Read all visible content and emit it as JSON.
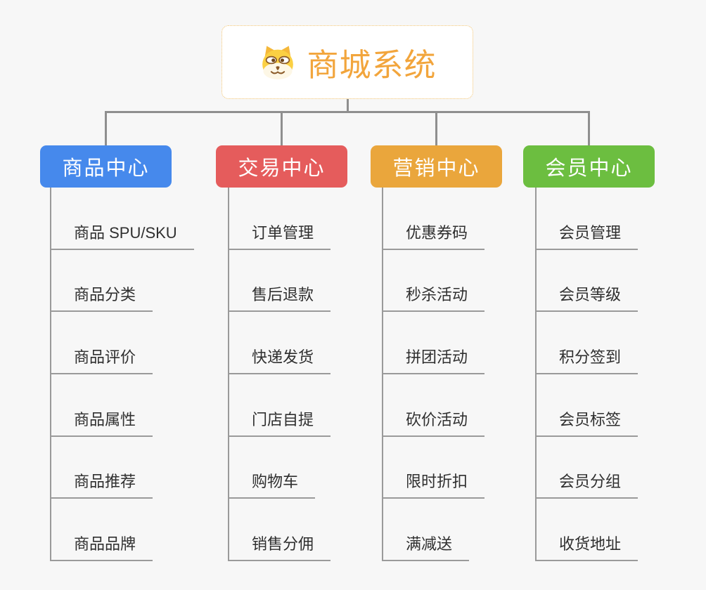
{
  "page": {
    "background_color": "#f7f7f7",
    "connector_color": "#8f8f8f"
  },
  "root": {
    "title": "商城系统",
    "icon": "shiba-dog-icon",
    "title_color": "#F2A53C",
    "border_color": "#f2c470",
    "background": "#ffffff"
  },
  "branches": [
    {
      "label": "商品中心",
      "color": "#4689EC",
      "children": [
        "商品 SPU/SKU",
        "商品分类",
        "商品评价",
        "商品属性",
        "商品推荐",
        "商品品牌"
      ]
    },
    {
      "label": "交易中心",
      "color": "#E55C5C",
      "children": [
        "订单管理",
        "售后退款",
        "快递发货",
        "门店自提",
        "购物车",
        "销售分佣"
      ]
    },
    {
      "label": "营销中心",
      "color": "#EAA63C",
      "children": [
        "优惠券码",
        "秒杀活动",
        "拼团活动",
        "砍价活动",
        "限时折扣",
        "满减送"
      ]
    },
    {
      "label": "会员中心",
      "color": "#6CBE40",
      "children": [
        "会员管理",
        "会员等级",
        "积分签到",
        "会员标签",
        "会员分组",
        "收货地址"
      ]
    }
  ]
}
